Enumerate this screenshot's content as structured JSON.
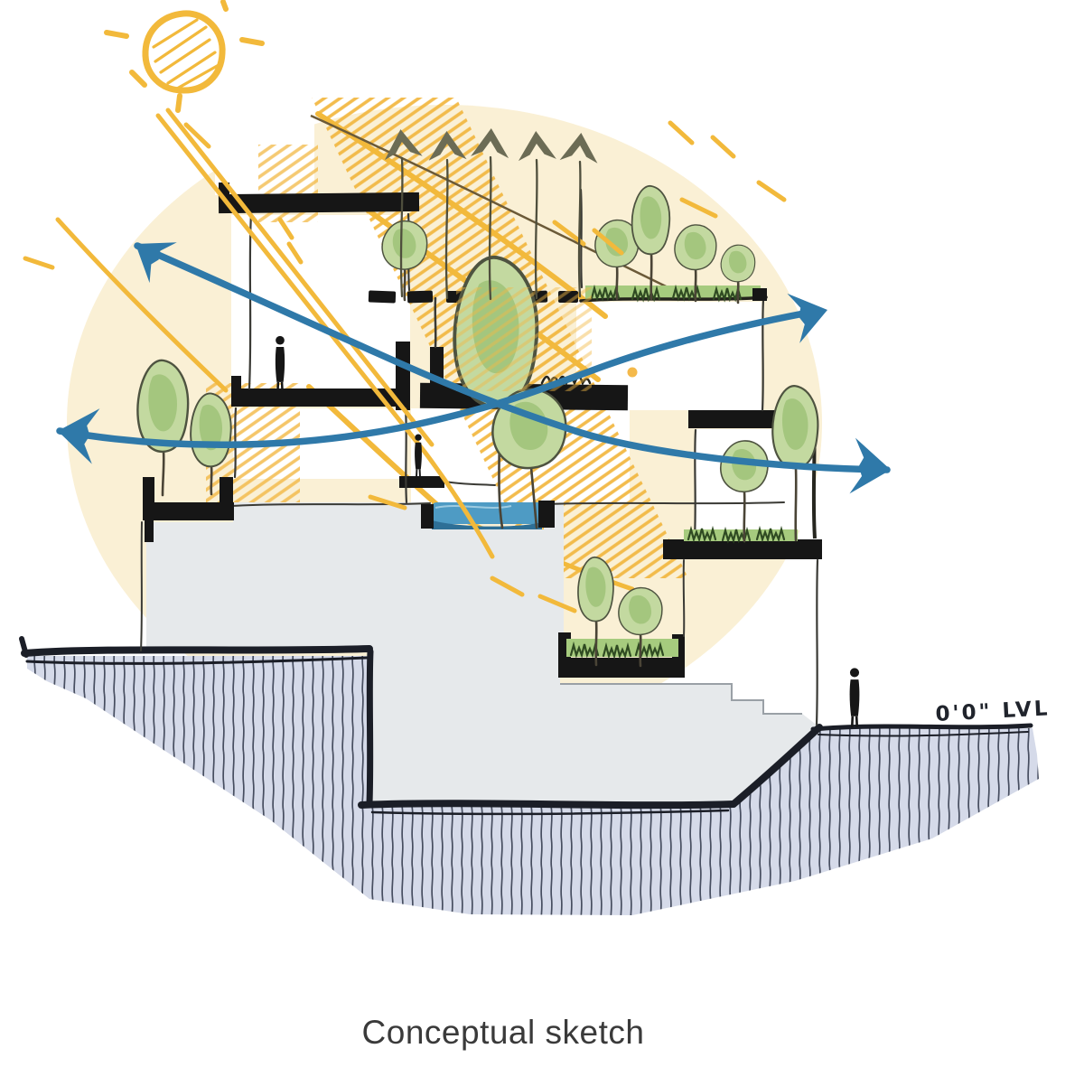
{
  "caption": {
    "text": "Conceptual sketch"
  },
  "ground": {
    "level_label": "0'0\" LVL"
  },
  "colors": {
    "ink": "#161616",
    "wind-blue": "#2F79A9",
    "sun-yellow": "#F2B93B",
    "sun-glow": "#FAF0D5",
    "hatch-yellow": "#F2B844",
    "arrow-olive": "#6C6C55",
    "tree-green": "#C3D9A0",
    "tree-shade": "#9CC176",
    "grass-green": "#A6CB7E",
    "mass-gray": "#E6E9EB",
    "earth-lavender": "#D5DAE9",
    "water-blue": "#4E9BC4",
    "pencil": "#3A3A35"
  },
  "icons": {
    "sun-icon": "scribbled yellow circle with rays",
    "wind-arrow-icon": "blue curved sketch arrow",
    "ventilation-arrow-icon": "olive upward arrow",
    "person-icon": "black human silhouette",
    "tree-icon": "green sketched canopy with trunk"
  }
}
